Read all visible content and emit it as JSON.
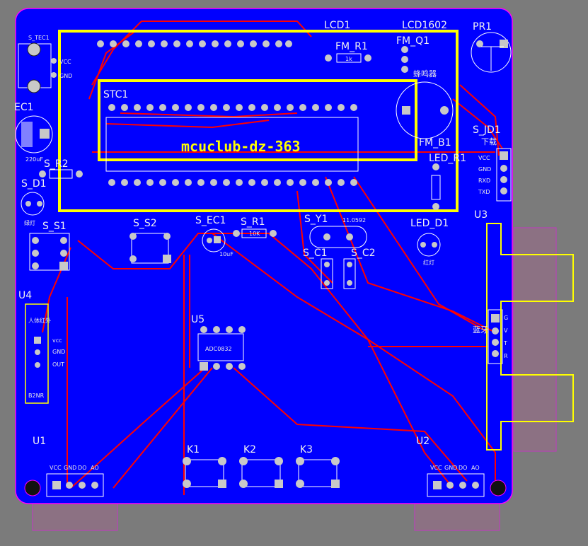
{
  "board": {
    "colors": {
      "background": "#7b7b7b",
      "copper": "#0000ff",
      "trace": "#ff0000",
      "silkscreen": "#ffff00",
      "outline": "#ff00ff",
      "pad": "#c8c8c8"
    },
    "title_text": "mcuclub-dz-363"
  },
  "designators": {
    "lcd1": "LCD1",
    "lcd1602": "LCD1602",
    "pr1": "PR1",
    "s_tec1": "S_TEC1",
    "fm_r1": "FM_R1",
    "fm_q1": "FM_Q1",
    "buzzer": "蜂鸣器",
    "stc1": "STC1",
    "ec1": "EC1",
    "s_jd1": "S_JD1",
    "download": "下载",
    "fm_b1": "FM_B1",
    "s_r2": "S_R2",
    "led_r1": "LED_R1",
    "s_d1": "S_D1",
    "s_s1": "S_S1",
    "s_s2": "S_S2",
    "s_ec1": "S_EC1",
    "s_r1": "S_R1",
    "s_y1": "S_Y1",
    "led_d1": "LED_D1",
    "u3": "U3",
    "s_c1": "S_C1",
    "s_c2": "S_C2",
    "u4": "U4",
    "u5": "U5",
    "adc0832": "ADC0832",
    "u1": "U1",
    "u2": "U2",
    "k1": "K1",
    "k2": "K2",
    "k3": "K3"
  },
  "small_labels": {
    "vcc": "VCC",
    "gnd": "GND",
    "rxd": "RXD",
    "txd": "TXD",
    "vcc_lower": "vcc",
    "gnd_lower": "GND",
    "out": "OUT",
    "cap_220": "220uF",
    "cap_10": "10uF",
    "res_10k": "10K",
    "res_1k": "1k",
    "xtal": "11.0592",
    "green_light": "绿灯",
    "red_light": "红灯",
    "u1_pins": [
      "VCC",
      "GND",
      "DO",
      "AO"
    ],
    "u2_pins": [
      "VCC",
      "GND",
      "DO",
      "AO"
    ],
    "u3_pins": [
      "G",
      "V",
      "T",
      "R"
    ],
    "u3_text": "蓝牙",
    "u4_top": "人体红外",
    "u4_bottom": "B2NR"
  }
}
